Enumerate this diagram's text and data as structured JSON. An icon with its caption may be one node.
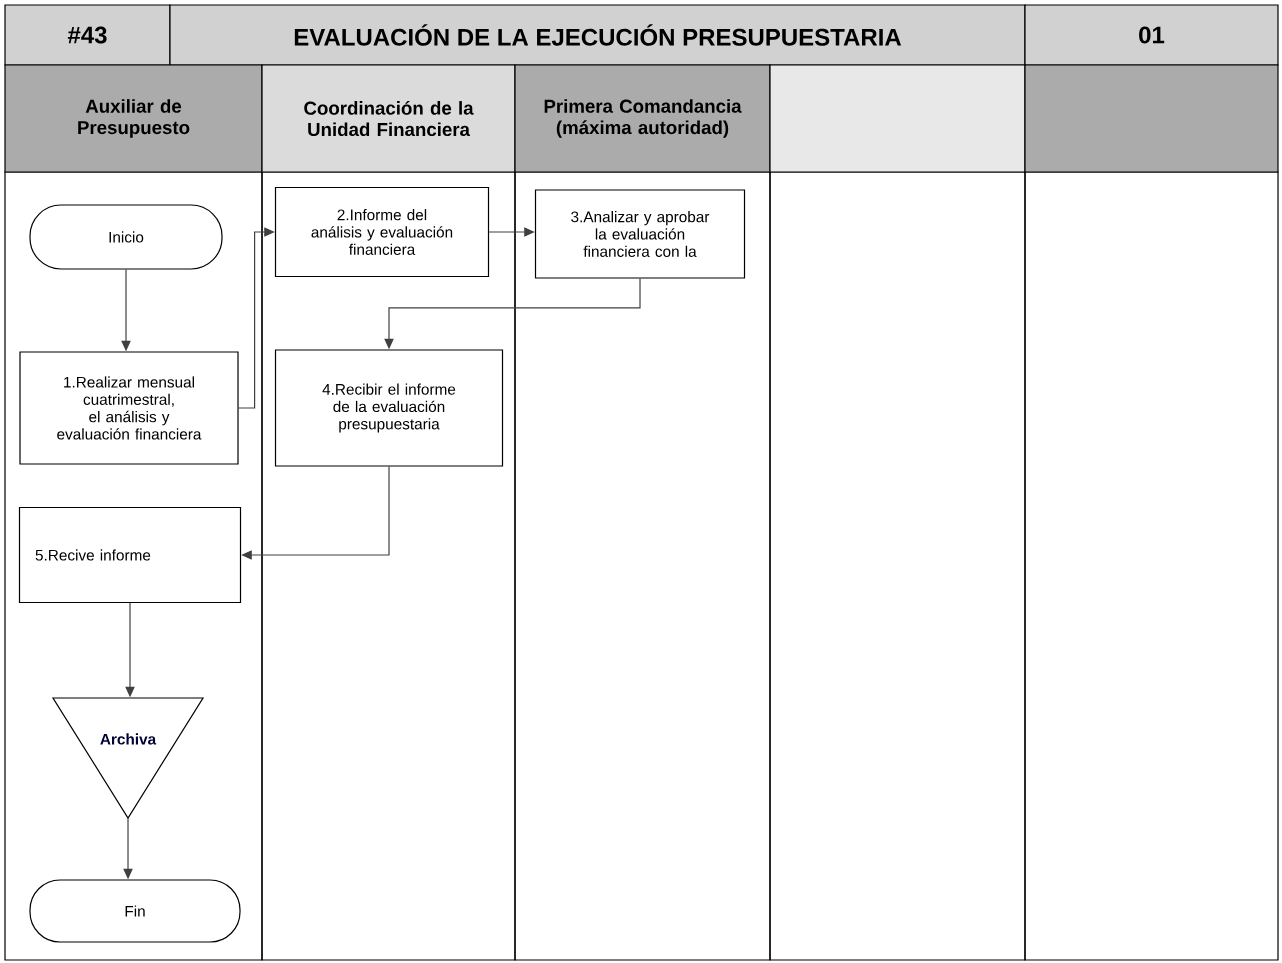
{
  "diagram": {
    "title": "EVALUACIÓN DE LA EJECUCIÓN PRESUPUESTARIA",
    "nodes": [
      {
        "text": [
          "Auxiliar de Presupuesto"
        ]
      },
      {
        "text": [
          "Coordinación de la Unidad Financiera"
        ]
      },
      {
        "text": [
          "Primera Comandancia (máxima autoridad)"
        ]
      },
      {
        "text": [],
        "shape": "box"
      },
      {
        "text": [],
        "shape": "box"
      },
      {
        "text": [
          "Inicio"
        ]
      },
      {
        "text": [
          "1.Realizar mensual cuatrimestral, el análisis y evaluación financiera"
        ]
      },
      {
        "text": [
          "2.Informe del análisis y evaluación financiera"
        ]
      },
      {
        "text": [
          "3.Analizar y aprobar la evaluación financiera con la"
        ]
      },
      {
        "text": [
          "4.Recibir el informe de la evaluación presupuestaria"
        ]
      },
      {
        "text": [
          "5.Recive informe"
        ]
      },
      {
        "text": [
          "Archiva"
        ]
      },
      {
        "text": [
          "Fin"
        ]
      }
    ],
    "edges": [
      {
        "from": 5,
        "to": 6,
        "arrow": "to"
      },
      {
        "from": 6,
        "to": 7,
        "arrow": "to"
      },
      {
        "from": 7,
        "to": 8,
        "arrow": "to"
      },
      {
        "from": 8,
        "to": 9,
        "arrow": "to"
      },
      {
        "from": 9,
        "to": 10,
        "arrow": "to"
      },
      {
        "from": 10,
        "to": 11,
        "arrow": "to"
      },
      {
        "from": 11,
        "to": 12,
        "arrow": "to"
      }
    ],
    "labels": [
      "#43",
      "01"
    ]
  }
}
